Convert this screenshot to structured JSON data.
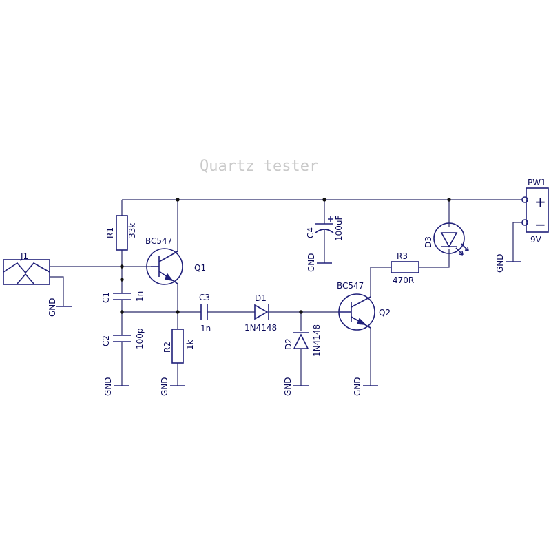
{
  "title": "Quartz tester",
  "colors": {
    "wire": "#2a2a6a",
    "part": "#20207a",
    "text": "#0a0a5a",
    "title": "#c9c9c9"
  },
  "components": {
    "J1": {
      "ref": "J1"
    },
    "R1": {
      "ref": "R1",
      "value": "33k"
    },
    "R2": {
      "ref": "R2",
      "value": "1k"
    },
    "R3": {
      "ref": "R3",
      "value": "470R"
    },
    "C1": {
      "ref": "C1",
      "value": "1n"
    },
    "C2": {
      "ref": "C2",
      "value": "100p"
    },
    "C3": {
      "ref": "C3",
      "value": "1n"
    },
    "C4": {
      "ref": "C4",
      "value": "100uF"
    },
    "Q1": {
      "ref": "Q1",
      "value": "BC547"
    },
    "Q2": {
      "ref": "Q2",
      "value": "BC547"
    },
    "D1": {
      "ref": "D1",
      "value": "1N4148"
    },
    "D2": {
      "ref": "D2",
      "value": "1N4148"
    },
    "D3": {
      "ref": "D3"
    },
    "PW1": {
      "ref": "PW1",
      "value": "9V",
      "plus": "+",
      "minus": "−"
    }
  },
  "gnd_label": "GND"
}
